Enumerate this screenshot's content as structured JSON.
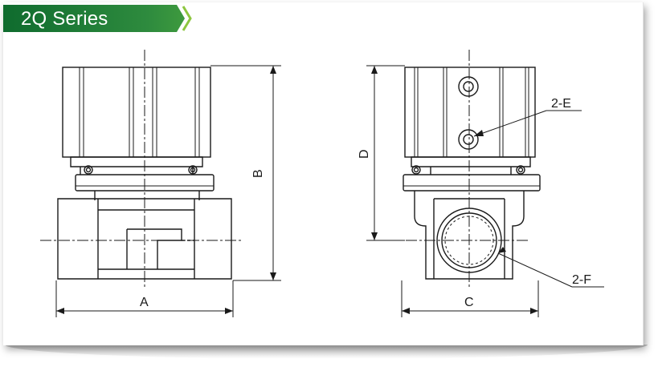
{
  "header": {
    "title": "2Q Series"
  },
  "colors": {
    "accent_green": "#1e7d3a",
    "accent_light": "#8dc63f",
    "line": "#1a1a1a"
  },
  "dimensions": {
    "a": "A",
    "b": "B",
    "c": "C",
    "d": "D",
    "e": "2-E",
    "f": "2-F"
  }
}
